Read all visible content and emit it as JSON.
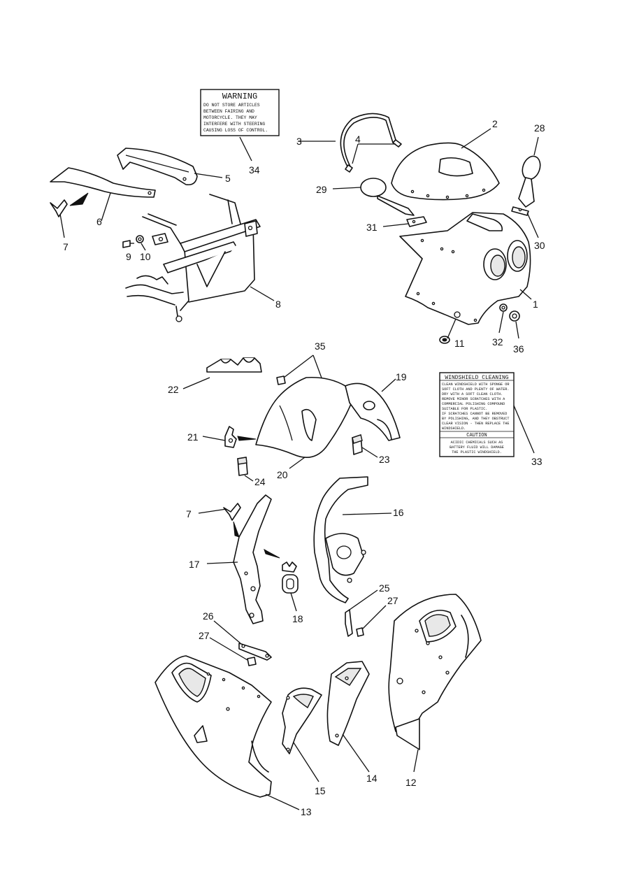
{
  "warning_label": {
    "title": "WARNING",
    "lines": [
      "DO NOT STORE ARTICLES",
      "BETWEEN FAIRING AND",
      "MOTORCYCLE. THEY MAY",
      "INTERFERE WITH STEERING",
      "CAUSING LOSS OF CONTROL."
    ]
  },
  "windshield_label": {
    "title": "WINDSHIELD CLEANING",
    "lines": [
      "CLEAN WINDSHIELD WITH SPONGE OR",
      "SOFT CLOTH AND PLENTY OF WATER.",
      "DRY WITH A SOFT CLEAN CLOTH.",
      "REMOVE MINOR SCRATCHES WITH A",
      "COMMERCIAL POLISHING COMPOUND",
      "SUITABLE FOR PLASTIC.",
      "IF SCRATCHES CANNOT BE REMOVED",
      "BY POLISHING, AND THEY OBSTRUCT",
      "CLEAR VISION - THEN REPLACE THE",
      "WINDSHIELD."
    ],
    "caution_title": "CAUTION",
    "caution_lines": [
      "ACIDIC CHEMICALS SUCH AS",
      "BATTERY FLUID WILL DAMAGE",
      "THE PLASTIC WINDSHIELD."
    ]
  },
  "callouts": {
    "n1": "1",
    "n2": "2",
    "n3": "3",
    "n4": "4",
    "n5": "5",
    "n6": "6",
    "n7a": "7",
    "n7b": "7",
    "n8": "8",
    "n9": "9",
    "n10": "10",
    "n11": "11",
    "n12": "12",
    "n13": "13",
    "n14": "14",
    "n15": "15",
    "n16": "16",
    "n17": "17",
    "n18": "18",
    "n19": "19",
    "n20": "20",
    "n21": "21",
    "n22": "22",
    "n23": "23",
    "n24": "24",
    "n25": "25",
    "n26": "26",
    "n27a": "27",
    "n27b": "27",
    "n28": "28",
    "n29": "29",
    "n30": "30",
    "n31": "31",
    "n32": "32",
    "n33": "33",
    "n34": "34",
    "n35": "35",
    "n36": "36"
  }
}
